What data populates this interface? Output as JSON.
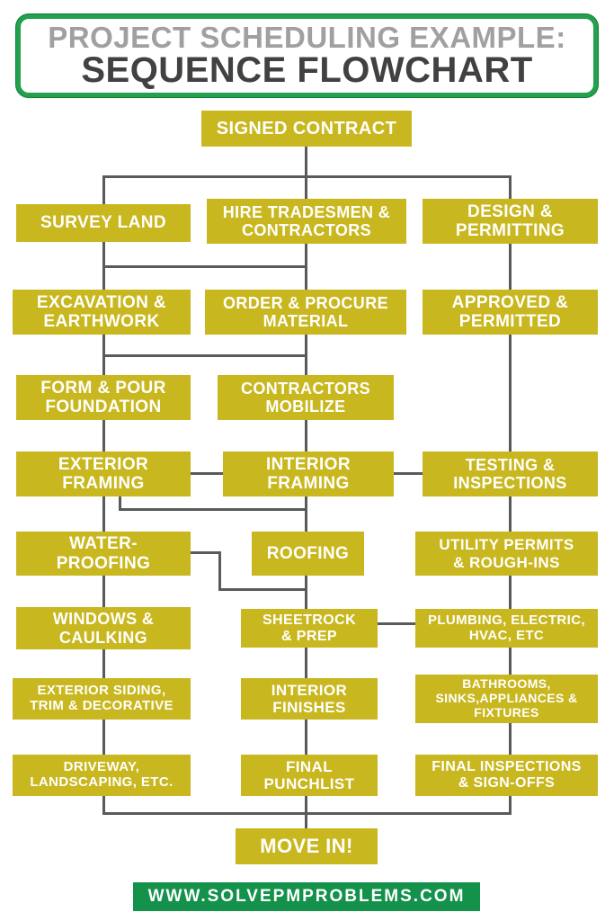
{
  "title": {
    "line1": "PROJECT SCHEDULING EXAMPLE:",
    "line2": "SEQUENCE FLOWCHART"
  },
  "footer": {
    "url": "WWW.SOLVEPMPROBLEMS.COM"
  },
  "colors": {
    "node_fill": "#c9b71f",
    "node_text": "#ffffff",
    "connector": "#595a5c",
    "title_border_green": "#23a14e",
    "title_line1_gray": "#a0a0a0",
    "title_line2_dark": "#414042",
    "footer_green": "#14914a",
    "background": "#ffffff"
  },
  "flowchart": {
    "nodes": [
      {
        "id": "signed-contract",
        "label": "SIGNED CONTRACT"
      },
      {
        "id": "survey-land",
        "label": "SURVEY LAND"
      },
      {
        "id": "hire-tradesmen-contractors",
        "label": "HIRE TRADESMEN &\nCONTRACTORS"
      },
      {
        "id": "design-permitting",
        "label": "DESIGN &\nPERMITTING"
      },
      {
        "id": "excavation-earthwork",
        "label": "EXCAVATION &\nEARTHWORK"
      },
      {
        "id": "order-procure-material",
        "label": "ORDER & PROCURE\nMATERIAL"
      },
      {
        "id": "approved-permitted",
        "label": "APPROVED &\nPERMITTED"
      },
      {
        "id": "form-pour-foundation",
        "label": "FORM & POUR\nFOUNDATION"
      },
      {
        "id": "contractors-mobilize",
        "label": "CONTRACTORS\nMOBILIZE"
      },
      {
        "id": "exterior-framing",
        "label": "EXTERIOR\nFRAMING"
      },
      {
        "id": "interior-framing",
        "label": "INTERIOR\nFRAMING"
      },
      {
        "id": "testing-inspections",
        "label": "TESTING &\nINSPECTIONS"
      },
      {
        "id": "water-proofing",
        "label": "WATER-\nPROOFING"
      },
      {
        "id": "roofing",
        "label": "ROOFING"
      },
      {
        "id": "utility-permits-rough-ins",
        "label": "UTILITY PERMITS\n& ROUGH-INS"
      },
      {
        "id": "windows-caulking",
        "label": "WINDOWS &\nCAULKING"
      },
      {
        "id": "sheetrock-prep",
        "label": "SHEETROCK\n& PREP"
      },
      {
        "id": "plumbing-electric-hvac",
        "label": "PLUMBING, ELECTRIC,\nHVAC, ETC"
      },
      {
        "id": "exterior-siding-trim-decorative",
        "label": "EXTERIOR SIDING,\nTRIM & DECORATIVE"
      },
      {
        "id": "interior-finishes",
        "label": "INTERIOR\nFINISHES"
      },
      {
        "id": "bathrooms-sinks-appliances-fixtures",
        "label": "BATHROOMS,\nSINKS,APPLIANCES &\nFIXTURES"
      },
      {
        "id": "driveway-landscaping",
        "label": "DRIVEWAY,\nLANDSCAPING, ETC."
      },
      {
        "id": "final-punchlist",
        "label": "FINAL\nPUNCHLIST"
      },
      {
        "id": "final-inspections-sign-offs",
        "label": "FINAL INSPECTIONS\n& SIGN-OFFS"
      },
      {
        "id": "move-in",
        "label": "MOVE IN!"
      }
    ],
    "edges": [
      [
        "signed-contract",
        "survey-land"
      ],
      [
        "signed-contract",
        "hire-tradesmen-contractors"
      ],
      [
        "signed-contract",
        "design-permitting"
      ],
      [
        "survey-land",
        "excavation-earthwork"
      ],
      [
        "hire-tradesmen-contractors",
        "order-procure-material"
      ],
      [
        "design-permitting",
        "approved-permitted"
      ],
      [
        "excavation-earthwork",
        "form-pour-foundation"
      ],
      [
        "order-procure-material",
        "contractors-mobilize"
      ],
      [
        "approved-permitted",
        "testing-inspections"
      ],
      [
        "form-pour-foundation",
        "exterior-framing"
      ],
      [
        "contractors-mobilize",
        "interior-framing"
      ],
      [
        "exterior-framing",
        "interior-framing"
      ],
      [
        "interior-framing",
        "testing-inspections"
      ],
      [
        "exterior-framing",
        "water-proofing"
      ],
      [
        "exterior-framing",
        "roofing"
      ],
      [
        "interior-framing",
        "roofing"
      ],
      [
        "testing-inspections",
        "utility-permits-rough-ins"
      ],
      [
        "water-proofing",
        "windows-caulking"
      ],
      [
        "water-proofing",
        "sheetrock-prep"
      ],
      [
        "roofing",
        "sheetrock-prep"
      ],
      [
        "utility-permits-rough-ins",
        "plumbing-electric-hvac"
      ],
      [
        "sheetrock-prep",
        "plumbing-electric-hvac"
      ],
      [
        "windows-caulking",
        "exterior-siding-trim-decorative"
      ],
      [
        "sheetrock-prep",
        "interior-finishes"
      ],
      [
        "plumbing-electric-hvac",
        "bathrooms-sinks-appliances-fixtures"
      ],
      [
        "exterior-siding-trim-decorative",
        "driveway-landscaping"
      ],
      [
        "interior-finishes",
        "final-punchlist"
      ],
      [
        "bathrooms-sinks-appliances-fixtures",
        "final-inspections-sign-offs"
      ],
      [
        "driveway-landscaping",
        "move-in"
      ],
      [
        "final-punchlist",
        "move-in"
      ],
      [
        "final-inspections-sign-offs",
        "move-in"
      ]
    ]
  }
}
